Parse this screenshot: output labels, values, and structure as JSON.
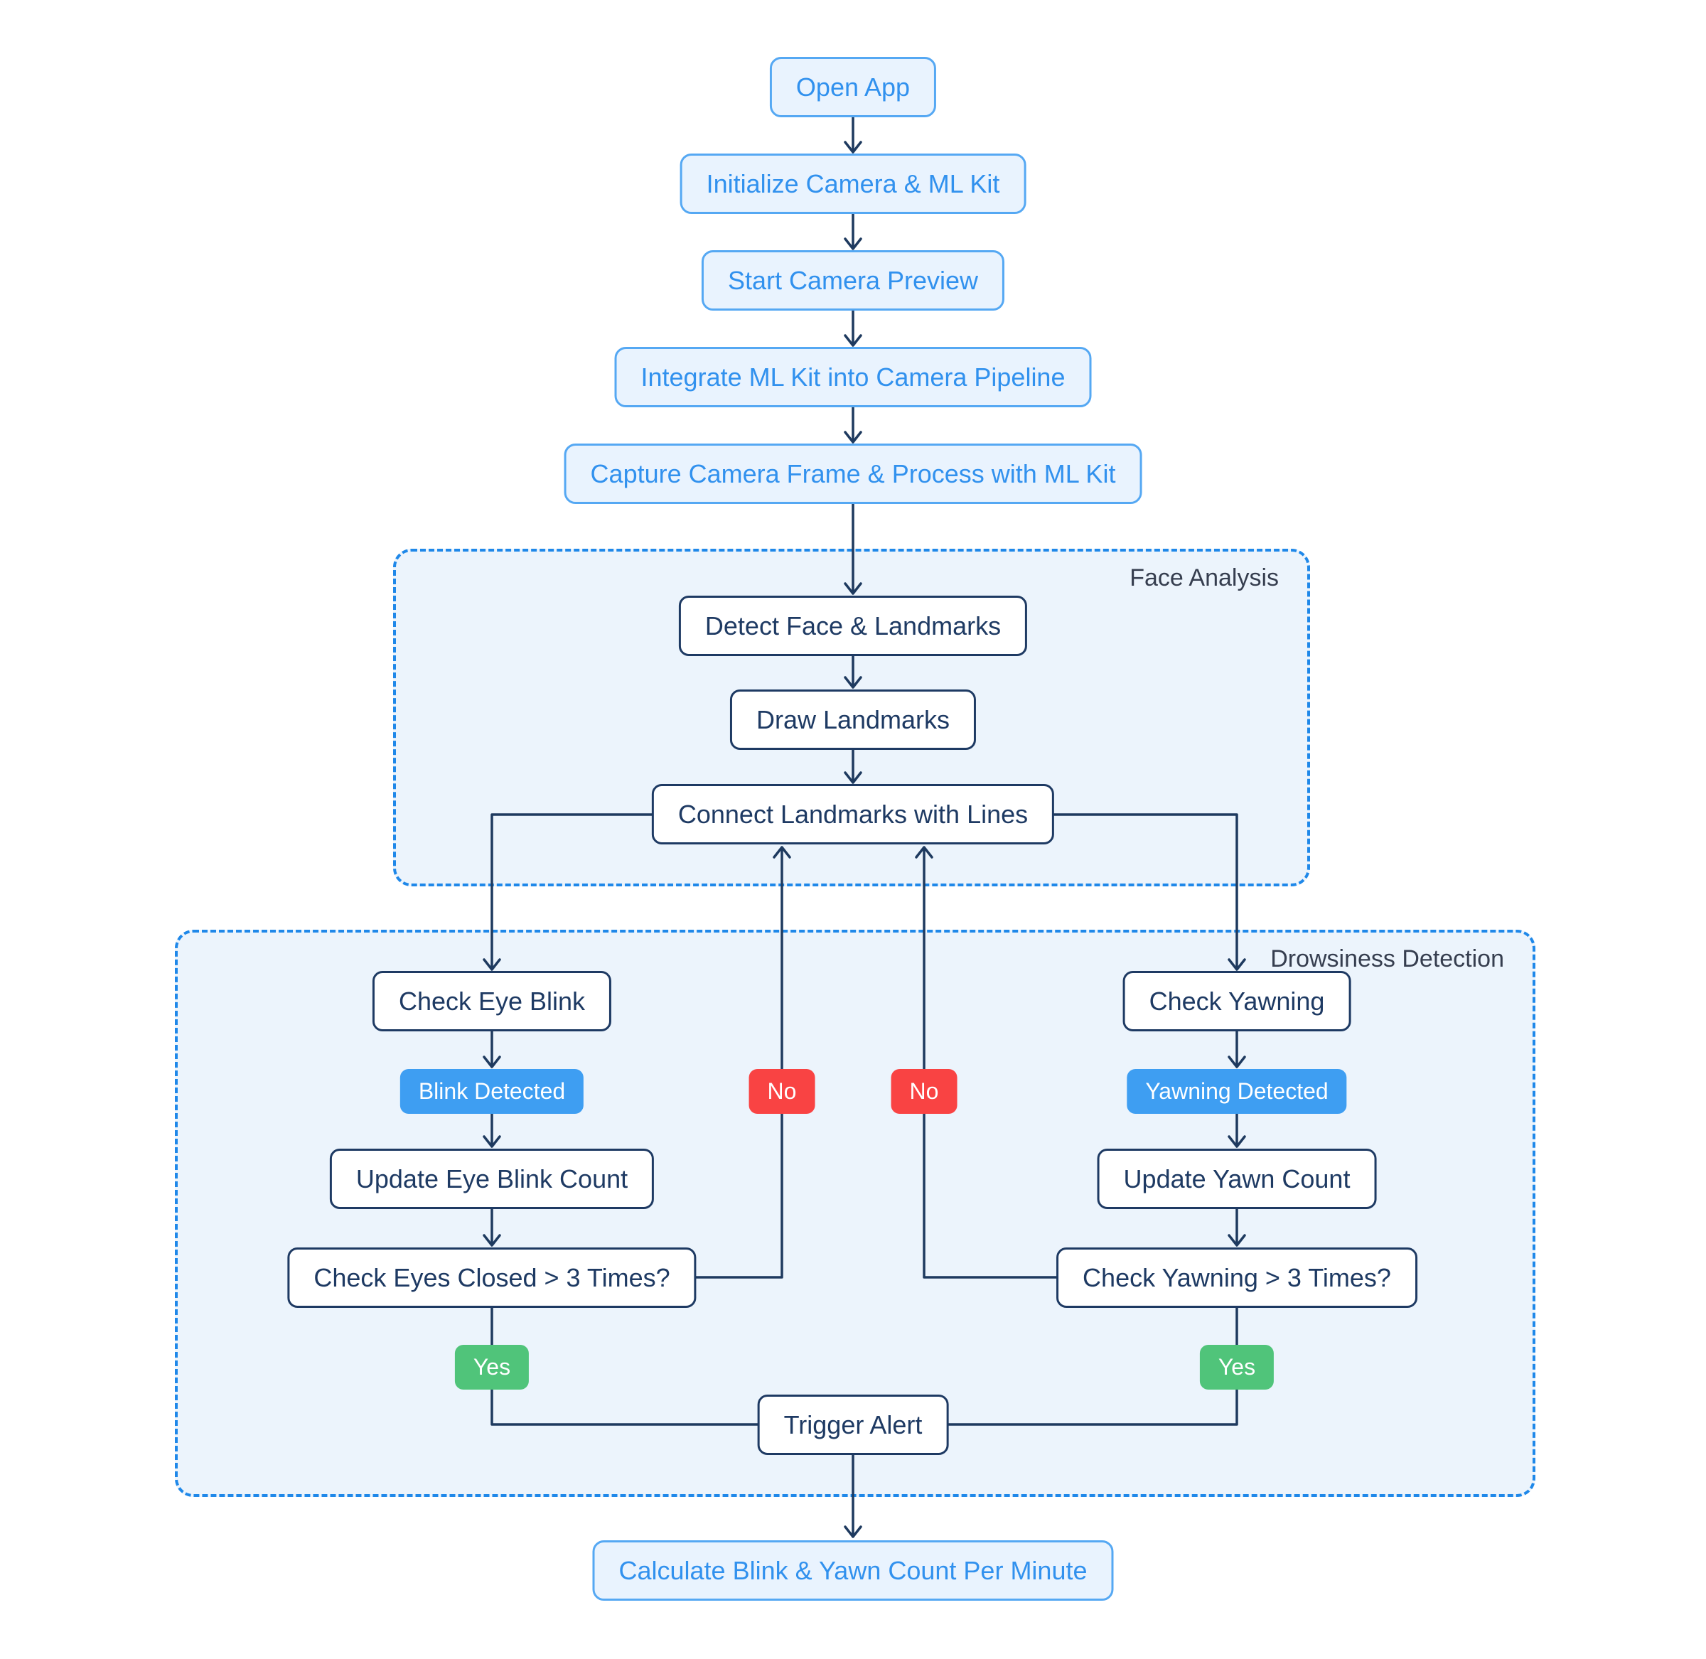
{
  "groups": {
    "face_analysis": "Face Analysis",
    "drowsiness_detection": "Drowsiness Detection"
  },
  "nodes": {
    "open_app": "Open App",
    "initialize_camera": "Initialize Camera & ML Kit",
    "start_camera_preview": "Start Camera Preview",
    "integrate_ml_kit": "Integrate ML Kit into Camera Pipeline",
    "capture_frame": "Capture Camera Frame & Process with ML Kit",
    "detect_face_landmarks": "Detect Face & Landmarks",
    "draw_landmarks": "Draw Landmarks",
    "connect_landmarks": "Connect Landmarks with Lines",
    "check_eye_blink": "Check Eye Blink",
    "check_yawning": "Check Yawning",
    "update_eye_blink_count": "Update Eye Blink Count",
    "update_yawn_count": "Update Yawn Count",
    "check_eyes_closed": "Check Eyes Closed > 3 Times?",
    "check_yawning_times": "Check Yawning > 3 Times?",
    "trigger_alert": "Trigger Alert",
    "calculate_counts": "Calculate Blink & Yawn Count Per Minute"
  },
  "badges": {
    "blink_detected": "Blink Detected",
    "yawning_detected": "Yawning Detected",
    "no_left": "No",
    "no_right": "No",
    "yes_left": "Yes",
    "yes_right": "Yes"
  },
  "colors": {
    "page_bg": "#ffffff",
    "container_bg": "#ecf4fc",
    "container_border": "#1f88e9",
    "primary_box_bg": "#e9f3fe",
    "primary_box_border": "#55a8f3",
    "primary_box_text": "#3191ee",
    "node_border": "#1e3a63",
    "node_text": "#1e3a63",
    "wire": "#1e3a5f",
    "badge_blue": "#3e9ef2",
    "badge_red": "#f94343",
    "badge_green": "#50c47a",
    "badge_text": "#ffffff",
    "group_label_text": "#363e4f"
  }
}
